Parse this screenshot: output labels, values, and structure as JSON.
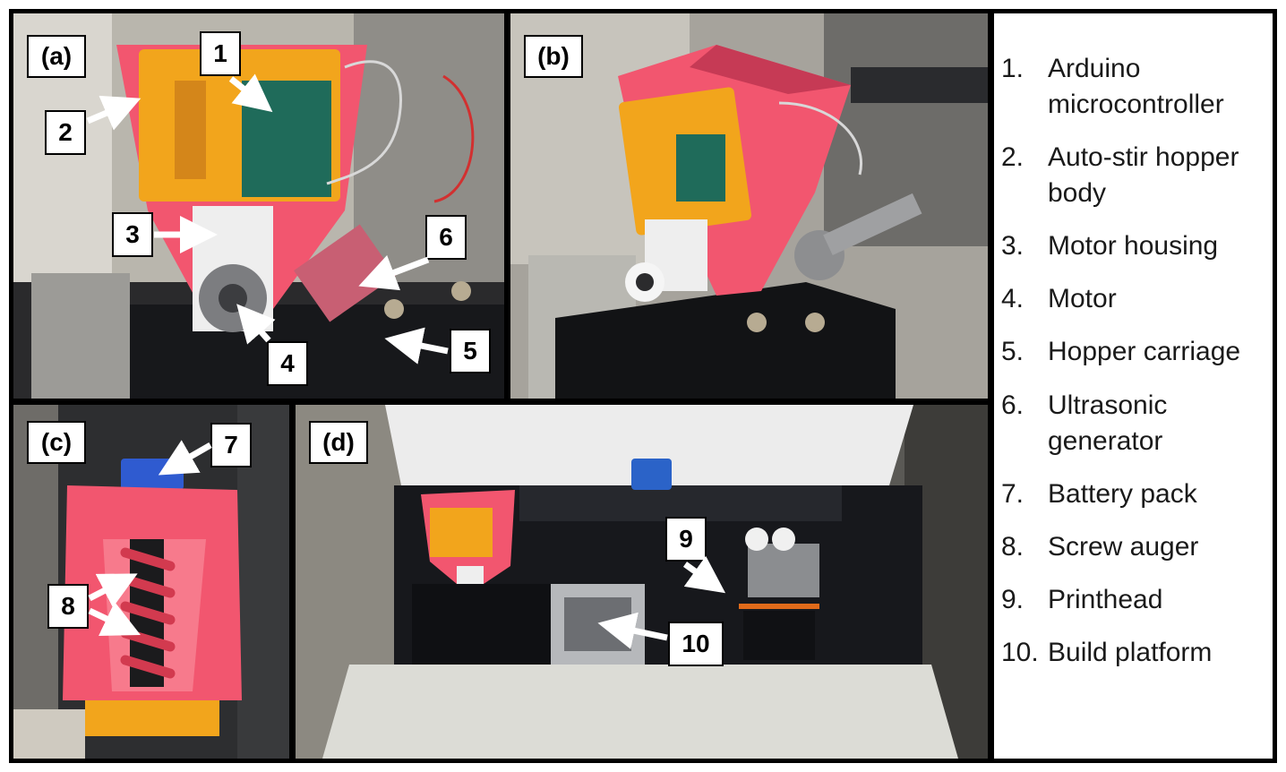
{
  "panels": {
    "a": {
      "label": "(a)"
    },
    "b": {
      "label": "(b)"
    },
    "c": {
      "label": "(c)"
    },
    "d": {
      "label": "(d)"
    }
  },
  "callouts": [
    "1",
    "2",
    "3",
    "4",
    "5",
    "6",
    "7",
    "8",
    "9",
    "10"
  ],
  "legend": [
    {
      "num": "1.",
      "text": [
        "Arduino",
        "microcontroller"
      ]
    },
    {
      "num": "2.",
      "text": [
        "Auto-stir hopper",
        "body"
      ]
    },
    {
      "num": "3.",
      "text": [
        "Motor housing"
      ]
    },
    {
      "num": "4.",
      "text": [
        "Motor"
      ]
    },
    {
      "num": "5.",
      "text": [
        "Hopper carriage"
      ]
    },
    {
      "num": "6.",
      "text": [
        "Ultrasonic",
        "generator"
      ]
    },
    {
      "num": "7.",
      "text": [
        "Battery pack"
      ]
    },
    {
      "num": "8.",
      "text": [
        "Screw auger"
      ]
    },
    {
      "num": "9.",
      "text": [
        "Printhead"
      ]
    },
    {
      "num": "10.",
      "text": [
        "Build platform"
      ]
    }
  ],
  "colors": {
    "hopper_pink": "#f2566f",
    "bracket_orange": "#f2a51c",
    "pcb_green": "#1f6b5a",
    "machine_black": "#1b1d22",
    "machine_grey": "#9a9b98",
    "wall_beige": "#c9c2b4",
    "auger_red": "#d23a4f"
  }
}
